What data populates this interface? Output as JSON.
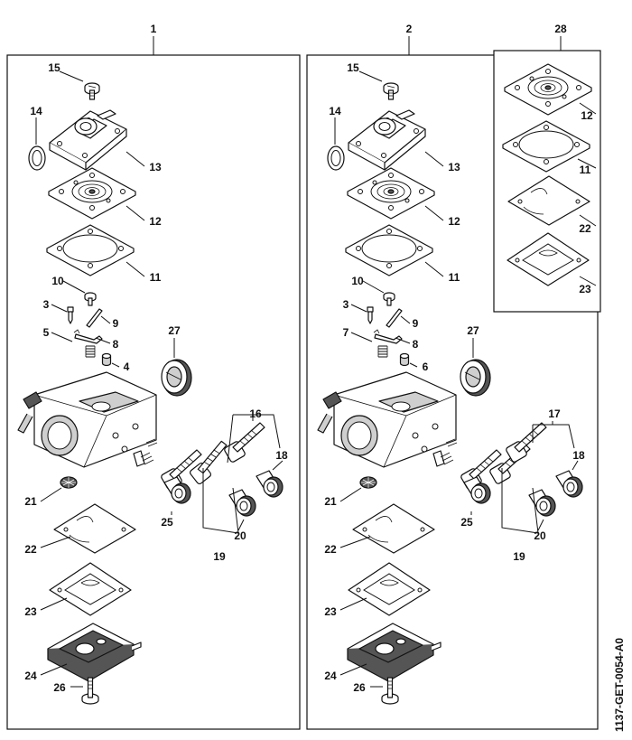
{
  "doc_code": "1137-GET-0054-A0",
  "kits": [
    {
      "label": "1"
    },
    {
      "label": "2"
    },
    {
      "label": "28"
    }
  ],
  "callouts": [
    "15",
    "14",
    "13",
    "12",
    "11",
    "10",
    "3",
    "9",
    "5",
    "8",
    "4",
    "27",
    "16",
    "18",
    "21",
    "25",
    "20",
    "19",
    "22",
    "23",
    "24",
    "26",
    "15",
    "14",
    "13",
    "12",
    "11",
    "10",
    "3",
    "9",
    "7",
    "8",
    "6",
    "27",
    "17",
    "18",
    "21",
    "25",
    "20",
    "19",
    "22",
    "23",
    "24",
    "26",
    "12",
    "11",
    "22",
    "23"
  ]
}
